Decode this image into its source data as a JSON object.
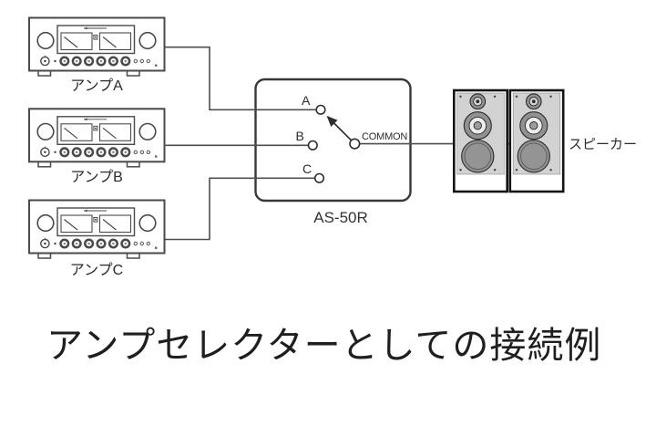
{
  "diagram": {
    "caption": "アンプセレクターとしての接続例",
    "amplifiers": [
      {
        "label": "アンプA"
      },
      {
        "label": "アンプB"
      },
      {
        "label": "アンプC"
      }
    ],
    "selector": {
      "model": "AS-50R",
      "common_label": "COMMON",
      "selected_terminal": "A",
      "terminals": [
        {
          "label": "A"
        },
        {
          "label": "B"
        },
        {
          "label": "C"
        }
      ]
    },
    "speakers": {
      "label": "スピーカー",
      "count": 2
    },
    "colors": {
      "wire": "#4f4f4f",
      "outline": "#4a4a4a",
      "selector_border": "#383838",
      "speaker_frame": "#141414",
      "speaker_panel": "#d2d2d2",
      "caption_text": "#1f1f1f"
    }
  }
}
